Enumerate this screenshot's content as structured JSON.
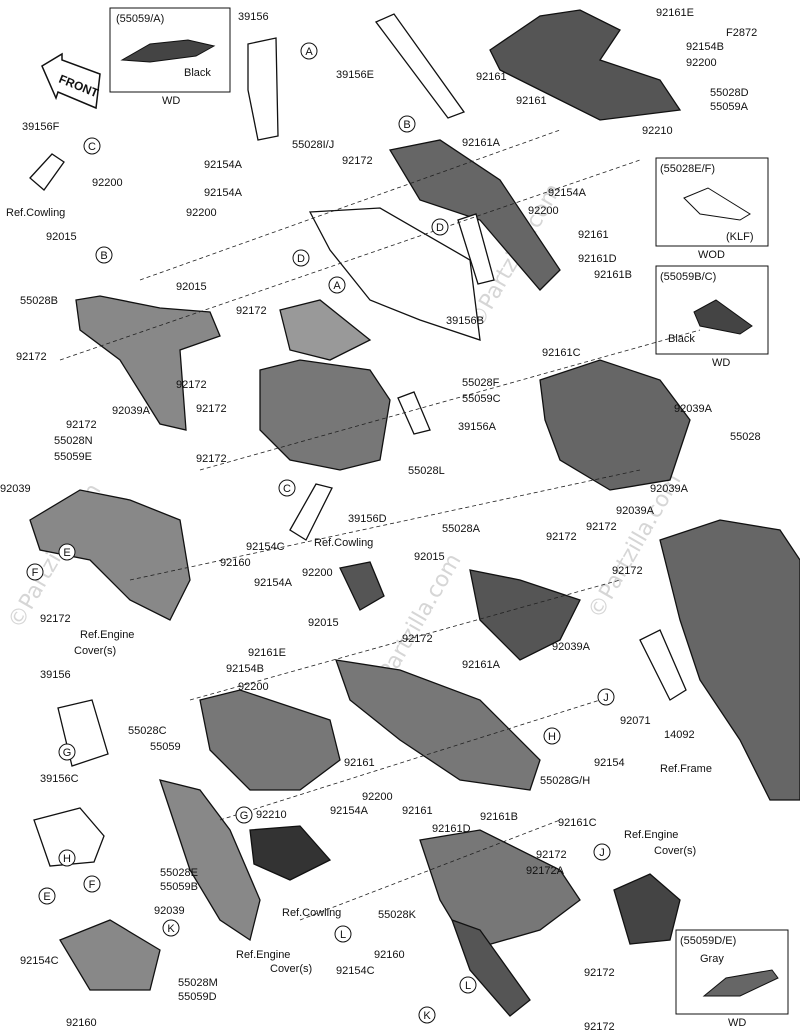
{
  "watermark": "©Partzilla.com",
  "front_arrow": "FRONT",
  "figure_code": "F2872",
  "insets": [
    {
      "code": "(55059/A)",
      "note": "Black",
      "caption": "WD"
    },
    {
      "code": "(55028E/F)",
      "note": "(KLF)",
      "caption": "WOD"
    },
    {
      "code": "(55059B/C)",
      "note": "Black",
      "caption": "WD"
    },
    {
      "code": "(55059D/E)",
      "note": "Gray",
      "caption": "WD"
    }
  ],
  "labels": [
    "39156",
    "92161E",
    "92154B",
    "92200",
    "55028D",
    "55059A",
    "92210",
    "39156E",
    "92161",
    "92161",
    "55028I/J",
    "92172",
    "92161A",
    "92154A",
    "92200",
    "92161",
    "92161D",
    "92161B",
    "92161C",
    "39156B",
    "55028F",
    "55059C",
    "39156F",
    "92154A",
    "92200",
    "Ref.Cowling",
    "92154A",
    "92200",
    "92015",
    "92015",
    "55028B",
    "92172",
    "92172",
    "92172",
    "92039A",
    "92172",
    "92172",
    "92172",
    "39156A",
    "55028L",
    "39156D",
    "92039A",
    "55028",
    "92039A",
    "92039A",
    "55028N",
    "55059E",
    "92039",
    "92154C",
    "92160",
    "92172",
    "Ref.Engine",
    "Cover(s)",
    "Ref.Cowling",
    "92015",
    "55028A",
    "92172",
    "92172",
    "92172",
    "92200",
    "92154A",
    "92015",
    "92161E",
    "92154B",
    "92200",
    "92172",
    "92161A",
    "92039A",
    "92071",
    "14092",
    "92154",
    "Ref.Frame",
    "39156",
    "55028C",
    "55059",
    "92161",
    "92200",
    "92154A",
    "92161",
    "92161D",
    "92161B",
    "55028G/H",
    "92161C",
    "39156C",
    "92210",
    "Ref.Cowling",
    "92172",
    "92172A",
    "Ref.Engine",
    "Cover(s)",
    "55028E",
    "55059B",
    "92039",
    "55028K",
    "55028M",
    "55059D",
    "Ref.Engine",
    "Cover(s)",
    "92154C",
    "92160",
    "92154C",
    "92160",
    "92172",
    "92172"
  ],
  "callouts": [
    "A",
    "A",
    "B",
    "B",
    "C",
    "C",
    "D",
    "D",
    "E",
    "E",
    "F",
    "F",
    "G",
    "G",
    "H",
    "H",
    "J",
    "J",
    "K",
    "K",
    "L",
    "L"
  ]
}
